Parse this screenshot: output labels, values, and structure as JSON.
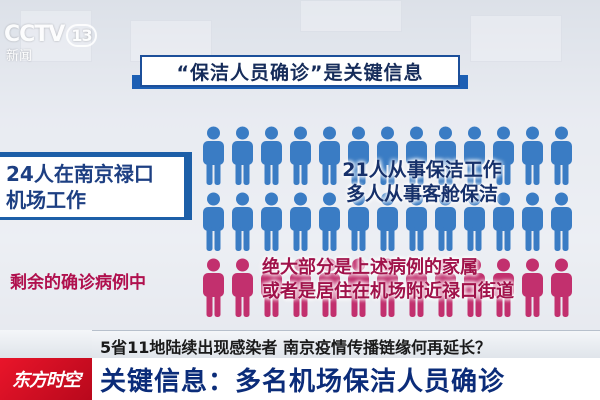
{
  "logo": {
    "brand": "CCTV",
    "channel": "13",
    "sub": "新闻"
  },
  "title": "“保洁人员确诊”是关键信息",
  "box_left": {
    "line1": "24人在南京禄口",
    "line2": "机场工作"
  },
  "mid": {
    "line1": "21人从事保洁工作",
    "line2": "多人从事客舱保洁"
  },
  "left_label": "剩余的确诊病例中",
  "pink": {
    "line1": "绝大部分是上述病例的家属",
    "line2": "或者是居住在机场附近禄口街道"
  },
  "ticker": "5省11地陆续出现感染者  南京疫情传播链缘何再延长？",
  "program": "东方时空",
  "headline": "关键信息：多名机场保洁人员确诊",
  "colors": {
    "blue_person": "#3a7cc4",
    "pink_person": "#c2306e",
    "accent": "#1c5fb4"
  }
}
